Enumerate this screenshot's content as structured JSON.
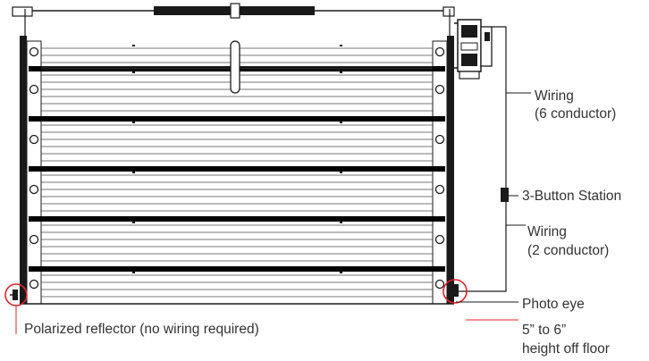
{
  "labels": {
    "wiring_6_line1": "Wiring",
    "wiring_6_line2": "(6 conductor)",
    "button_station": "3-Button Station",
    "wiring_2_line1": "Wiring",
    "wiring_2_line2": "(2 conductor)",
    "photo_eye": "Photo eye",
    "height_line1": "5” to 6”",
    "height_line2": "height off floor",
    "reflector": "Polarized reflector (no wiring required)"
  },
  "colors": {
    "line": "#1a1a1a",
    "highlight": "#e2232a",
    "text": "#333333",
    "panel_fill": "#ffffff",
    "band": "#000000"
  },
  "icons": [
    "polarized-reflector-icon",
    "photo-eye-icon",
    "button-station-icon",
    "door-operator-icon"
  ]
}
